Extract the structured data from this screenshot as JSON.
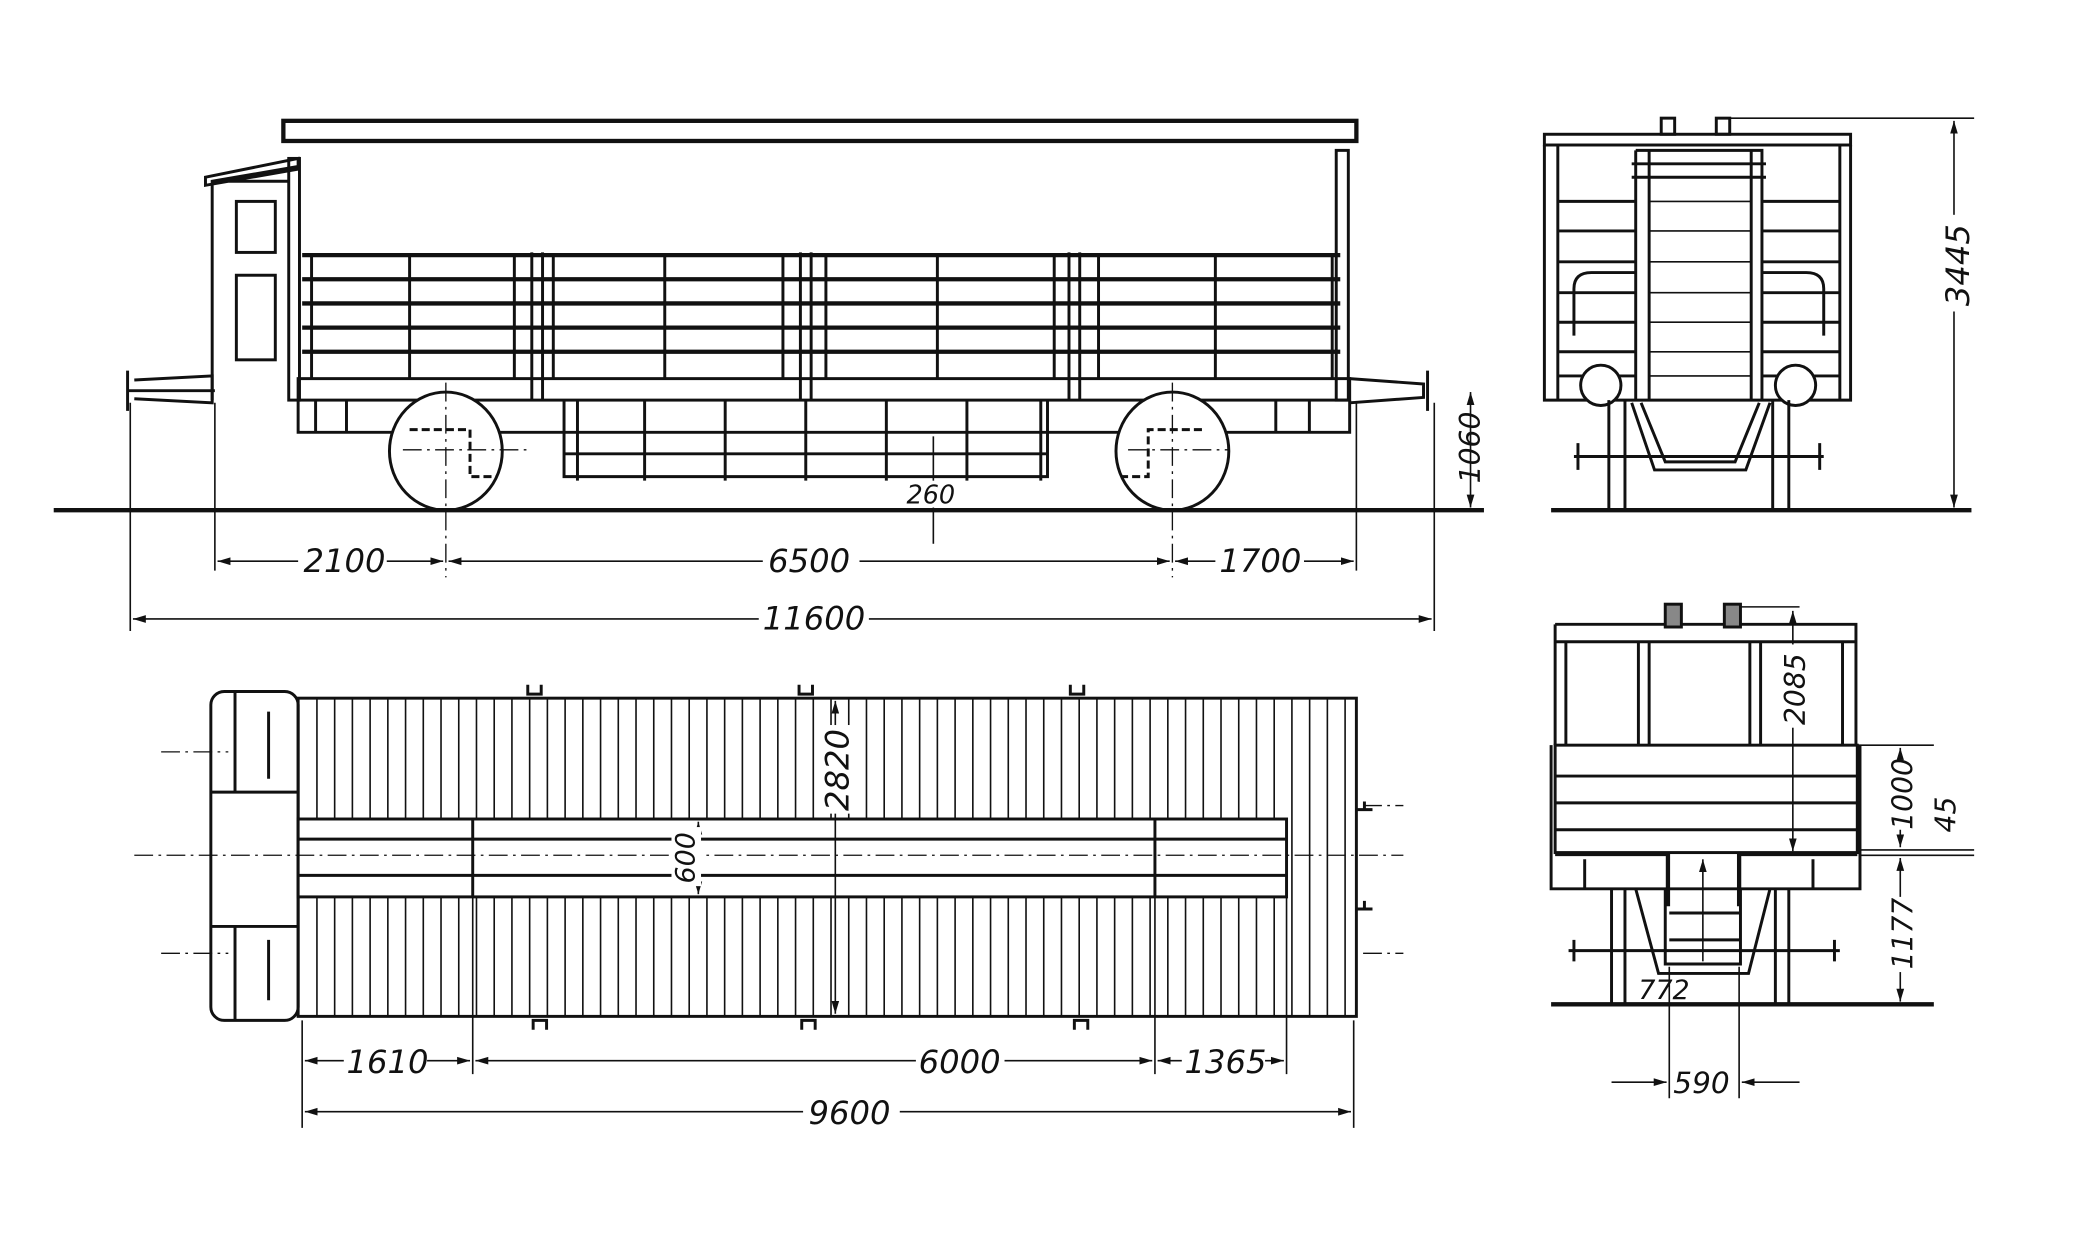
{
  "drawing": {
    "views": [
      "side-elevation",
      "end-elevation",
      "plan-view",
      "end-section"
    ],
    "side_view_dimensions": {
      "overhang_left": "2100",
      "wheelbase": "6500",
      "overhang_right": "1700",
      "length_over_buffers": "11600",
      "buffer_height": "1060",
      "floor_clearance": "260"
    },
    "end_view_dimensions": {
      "total_height": "3445"
    },
    "plan_view_dimensions": {
      "width": "2820",
      "center_strip": "600",
      "segment_left": "1610",
      "segment_middle": "6000",
      "segment_right": "1365",
      "body_length": "9600"
    },
    "section_dimensions": {
      "upper_height": "2085",
      "side_height": "1000",
      "floor_thickness": "45",
      "floor_height": "1177",
      "radius": "772",
      "center_width": "590"
    }
  }
}
